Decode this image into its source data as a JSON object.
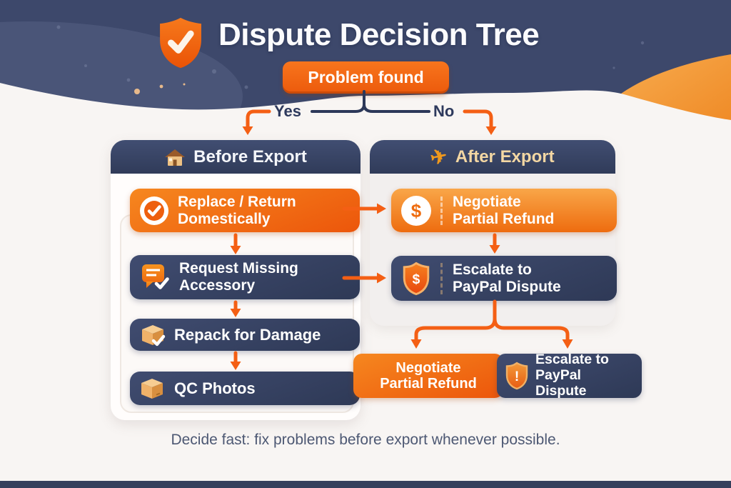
{
  "header": {
    "title": "Dispute Decision Tree",
    "root_label": "Problem found",
    "branch_yes": "Yes",
    "branch_no": "No"
  },
  "columns": {
    "before": {
      "header": "Before Export",
      "steps": {
        "replace": {
          "line1": "Replace / Return",
          "line2": "Domestically"
        },
        "request": {
          "line1": "Request Missing",
          "line2": "Accessory"
        },
        "repack": {
          "line1": "Repack for Damage"
        },
        "qc": {
          "line1": "QC Photos"
        }
      }
    },
    "after": {
      "header": "After Export",
      "steps": {
        "negotiate": {
          "line1": "Negotiate",
          "line2": "Partial Refund"
        },
        "escalate": {
          "line1": "Escalate to",
          "line2": "PayPal Dispute"
        }
      }
    }
  },
  "outcomes": {
    "negotiate": {
      "line1": "Negotiate",
      "line2": "Partial Refund"
    },
    "escalate": {
      "line1": "Escalate to",
      "line2": "PayPal Dispute"
    }
  },
  "footer": {
    "note": "Decide fast: fix problems before export whenever possible."
  },
  "icons": {
    "shield-check-logo": "orange shield with white checkmark",
    "house-icon": "brown house",
    "plane-icon": "✈",
    "check-circle-icon": "white circle with orange check",
    "chat-check-icon": "orange speech bubble with check",
    "box-check-icon": "parcel box with check",
    "box-icon": "parcel box",
    "dollar-circle-icon": "$",
    "shield-dollar-icon": "orange shield with $",
    "shield-alert-icon": "orange shield with !"
  },
  "colors": {
    "navy": "#374262",
    "navy_dark": "#2e3956",
    "orange": "#ee5c0e",
    "orange_light": "#f9a648",
    "cream_text": "#f3d7a3",
    "background": "#f8f5f3",
    "caption": "#4d5873",
    "connector_navy": "#2c3859",
    "connector_orange": "#f45f14"
  }
}
